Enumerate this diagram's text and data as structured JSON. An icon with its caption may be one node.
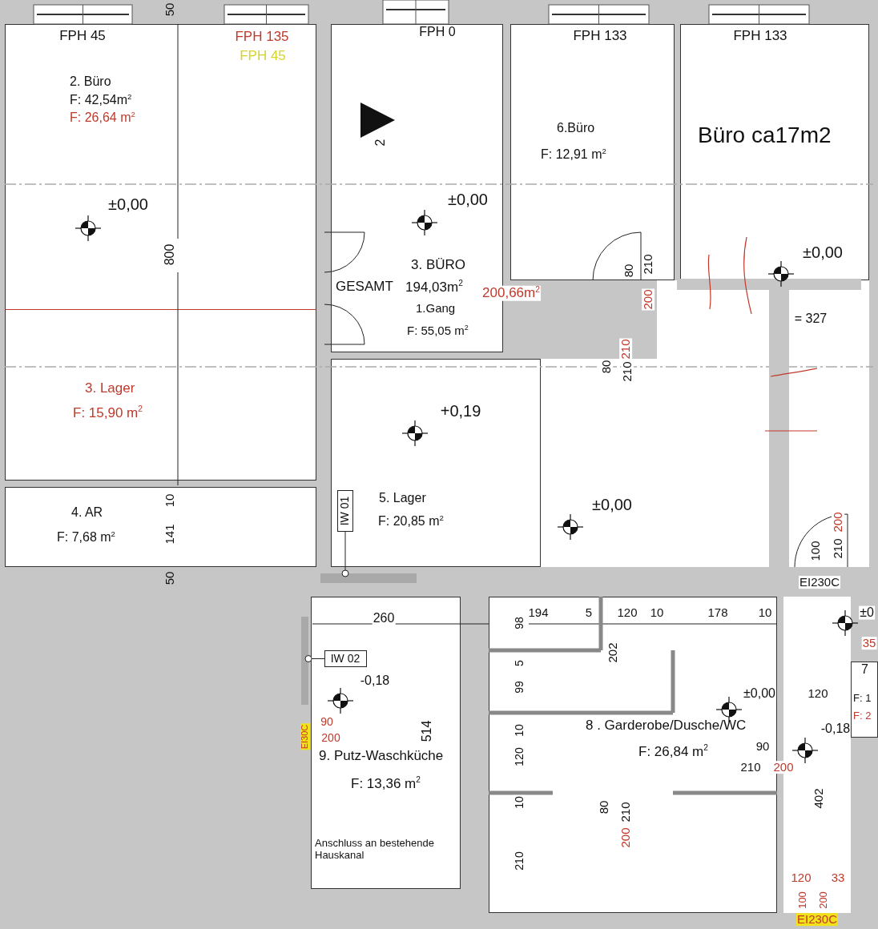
{
  "diagram": {
    "nodes": [
      {
        "text": [
          "2. Büro",
          "F: 42,54m$^{2}$",
          "F: 26,64 m$^{2}$"
        ]
      },
      {
        "text": [
          "3. Lager",
          "F: 15,90 m$^{2}$"
        ]
      },
      {
        "text": [
          "4. AR",
          "F: 7,68 m$^{2}$"
        ]
      },
      {
        "text": [
          "3. BÜRO",
          "GESAMT",
          "194,03m$^{2}$",
          "1.Gang",
          "F: 55,05 m$^{2}$"
        ]
      },
      {
        "text": [
          "6.Büro",
          "F: 12,91 m$^{2}$"
        ]
      },
      {
        "text": [
          "Büro ca17m2"
        ]
      },
      {
        "text": [
          "5. Lager",
          "F: 20,85 m$^{2}$"
        ]
      },
      {
        "text": [
          "9. Putz-Waschküche",
          "F: 13,36 m$^{2}$",
          "Anschluss an bestehende Hauskanal"
        ]
      },
      {
        "text": [
          "8 . Garderobe/Dusche/WC",
          "F: 26,84 m$^{2}$"
        ]
      },
      {
        "text": [
          "7",
          "F: 1",
          "F: 2"
        ]
      },
      {
        "text": [
          "IW 01"
        ],
        "in": 6
      },
      {
        "text": [
          "IW 02"
        ],
        "in": 7
      },
      {
        "text": [],
        "shape": "bar"
      },
      {
        "text": [],
        "shape": "bar"
      }
    ],
    "edges": [
      {
        "from": 10,
        "to": 12,
        "arrow": "other"
      },
      {
        "from": 11,
        "to": 13,
        "arrow": "other"
      }
    ],
    "labels": [
      "50",
      "FPH 45",
      "FPH 135",
      "FPH 45",
      "FPH 0",
      "FPH 133",
      "FPH 133",
      "2",
      "±0,00",
      "800",
      "±0,00",
      "±0,00",
      "80",
      "210",
      "200",
      "200,66m$^{2}$",
      "= 327",
      "80",
      "210",
      "210",
      "+0,19",
      "10",
      "141",
      "±0,00",
      "50",
      "100",
      "210",
      "200",
      "EI230C",
      "±0",
      "35",
      "260",
      "-0,18",
      "90",
      "200",
      "EI30C",
      "514",
      "194",
      "5",
      "120",
      "10",
      "178",
      "10",
      "98",
      "5",
      "99",
      "202",
      "10",
      "120",
      "±0,00",
      "120",
      "-0,18",
      "90",
      "210",
      "200",
      "402",
      "10",
      "80",
      "210",
      "200",
      "210",
      "120",
      "33",
      "100",
      "200",
      "EI230C"
    ]
  }
}
